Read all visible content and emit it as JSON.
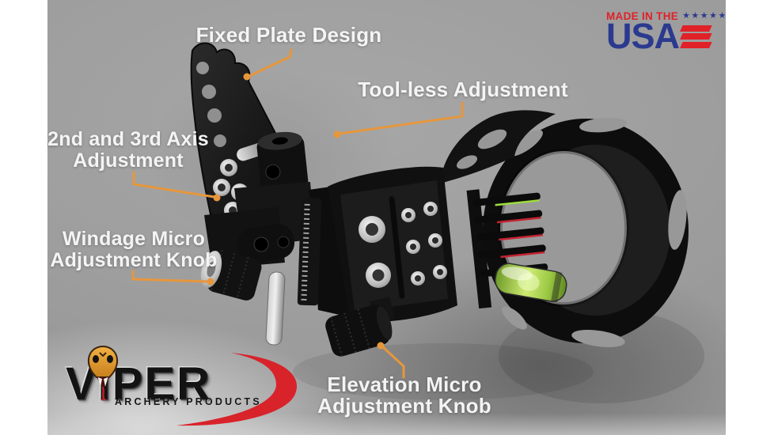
{
  "badge": {
    "made_in": "MADE IN THE",
    "stars": "★★★★★",
    "usa": "USA"
  },
  "callouts": {
    "fixed_plate": {
      "text": "Fixed Plate Design"
    },
    "tool_less": {
      "text": "Tool-less Adjustment"
    },
    "axis": {
      "line1": "2nd and 3rd Axis",
      "line2": "Adjustment"
    },
    "windage": {
      "line1": "Windage Micro",
      "line2": "Adjustment Knob"
    },
    "elevation": {
      "line1": "Elevation Micro",
      "line2": "Adjustment Knob"
    }
  },
  "logo": {
    "brand": "VIPER",
    "tagline": "ARCHERY PRODUCTS"
  },
  "colors": {
    "arrow": "#E6973C",
    "badge_red": "#E02128",
    "badge_blue": "#2B3A8F",
    "label_white": "#F4F4F4",
    "swoosh_red": "#D8232A",
    "level_green": "#A8D437"
  }
}
